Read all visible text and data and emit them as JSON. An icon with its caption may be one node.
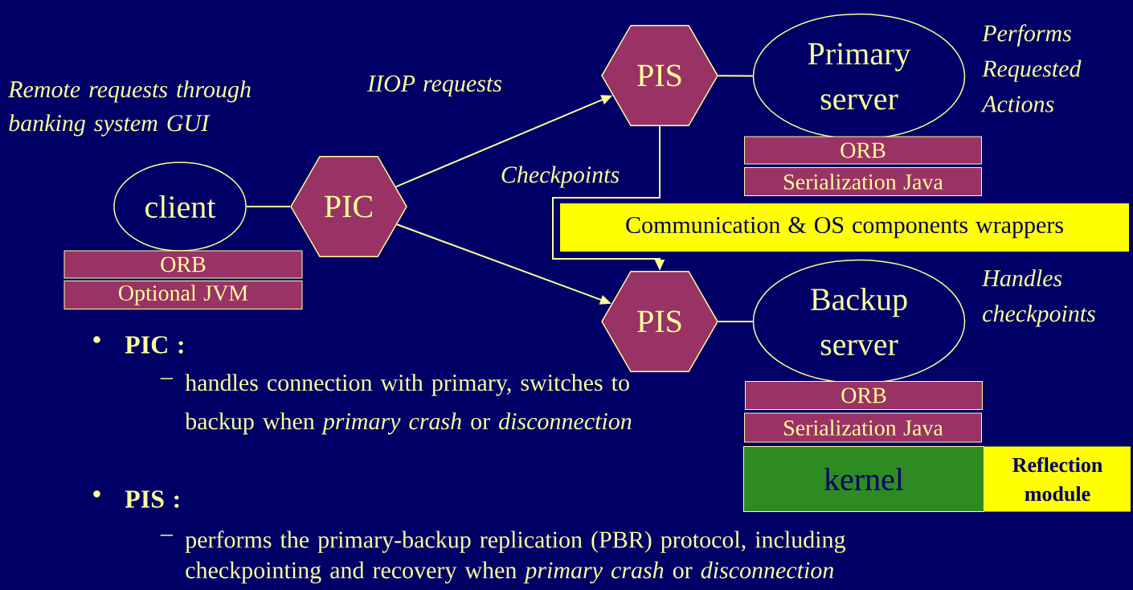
{
  "diagram": {
    "nodes": [
      {
        "text": [
          "client"
        ]
      },
      {
        "text": [
          "ORB"
        ]
      },
      {
        "text": [
          "Optional JVM"
        ]
      },
      {
        "text": [
          "PIC"
        ]
      },
      {
        "text": [
          "PIS"
        ]
      },
      {
        "text": [
          "Primary server"
        ],
        "beside": [
          "Performs Requested Actions"
        ]
      },
      {
        "text": [
          "ORB"
        ]
      },
      {
        "text": [
          "Serialization Java"
        ]
      },
      {
        "text": [
          "Communication  & OS components wrappers"
        ]
      },
      {
        "text": [
          "PIS"
        ]
      },
      {
        "text": [
          "Backup server"
        ],
        "beside": [
          "Handles checkpoints"
        ]
      },
      {
        "text": [
          "ORB"
        ]
      },
      {
        "text": [
          "Serialization Java"
        ]
      },
      {
        "text": [
          "kernel"
        ]
      },
      {
        "text": [
          "Reflection module"
        ]
      }
    ],
    "edges": [
      {
        "from": 0,
        "to": 3,
        "arrow": "none"
      },
      {
        "from": 3,
        "to": 4,
        "arrow": "to",
        "label": "IIOP requests"
      },
      {
        "from": 3,
        "to": 9,
        "arrow": "to"
      },
      {
        "from": 4,
        "to": 9,
        "arrow": "to",
        "label": "Checkpoints"
      },
      {
        "from": 4,
        "to": 5,
        "arrow": "none"
      },
      {
        "from": 9,
        "to": 10,
        "arrow": "none"
      }
    ],
    "labels": [
      "Remote requests through banking system GUI",
      "•",
      "PIC :",
      "–",
      "handles connection with primary, switches to backup when *primary crash* or *disconnection*",
      "•",
      "PIS :",
      "–",
      "performs the primary-backup replication (PBR) protocol, including checkpointing and recovery when *primary crash* or *disconnection*"
    ]
  }
}
